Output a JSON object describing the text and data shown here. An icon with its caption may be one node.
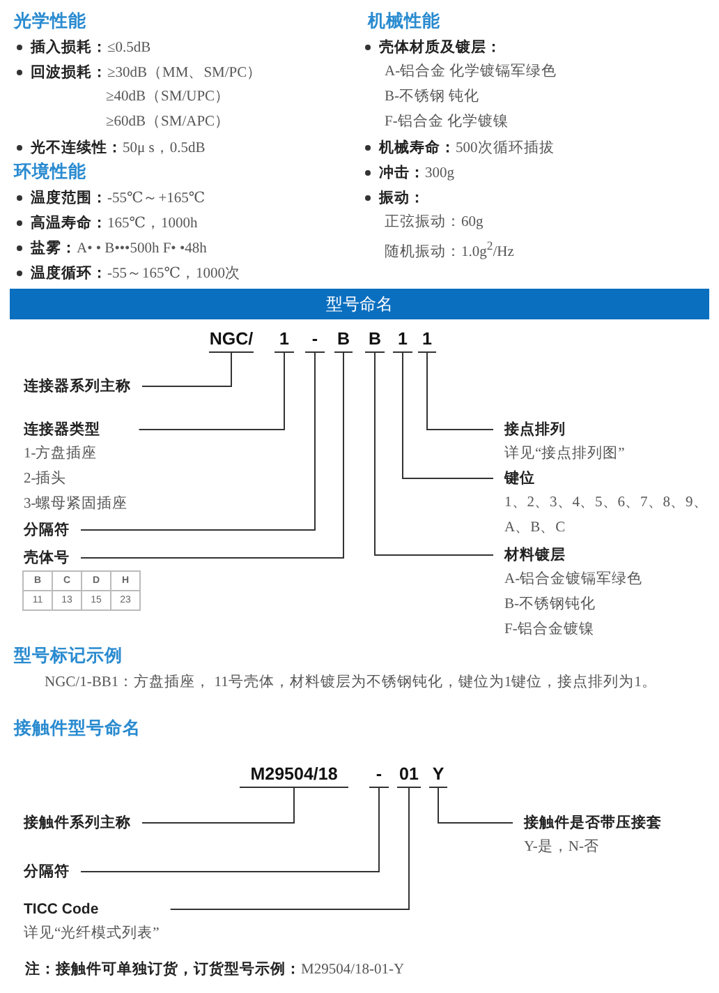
{
  "diagram": {
    "nodes": [
      {
        "text": [
          "型号命名"
        ]
      },
      {
        "text": [
          "NGC/"
        ]
      },
      {
        "text": [
          "1"
        ]
      },
      {
        "text": [
          "-"
        ]
      },
      {
        "text": [
          "B"
        ]
      },
      {
        "text": [
          "B"
        ]
      },
      {
        "text": [
          "1"
        ]
      },
      {
        "text": [
          "1"
        ]
      },
      {
        "text": [
          "连接器系列主称"
        ]
      },
      {
        "text": [
          "连接器类型",
          "1-方盘插座",
          "2-插头",
          "3-螺母紧固插座"
        ]
      },
      {
        "text": [
          "分隔符"
        ]
      },
      {
        "text": [
          "壳体号"
        ]
      },
      {
        "text": [
          "接点排列",
          "详见“接点排列图”"
        ]
      },
      {
        "text": [
          "键位",
          "1、2、3、4、5、6、7、8、9、",
          "A、B、C"
        ]
      },
      {
        "text": [
          "材料镀层",
          "A-铝合金镀镉军绿色",
          "B-不锈钢钝化",
          "F-铝合金镀镍"
        ]
      },
      {
        "text": [
          "M29504/18"
        ]
      },
      {
        "text": [
          "-"
        ]
      },
      {
        "text": [
          "01"
        ]
      },
      {
        "text": [
          "Y"
        ]
      },
      {
        "text": [
          "接触件系列主称"
        ]
      },
      {
        "text": [
          "分隔符"
        ]
      },
      {
        "text": [
          "TICC Code",
          "详见“光纤模式列表”"
        ]
      },
      {
        "text": [
          "接触件是否带压接套",
          "Y-是，N-否"
        ]
      }
    ],
    "edges": [
      {
        "from": 8,
        "to": 1,
        "arrow": "none"
      },
      {
        "from": 9,
        "to": 2,
        "arrow": "none"
      },
      {
        "from": 10,
        "to": 3,
        "arrow": "none"
      },
      {
        "from": 11,
        "to": 4,
        "arrow": "none"
      },
      {
        "from": 14,
        "to": 5,
        "arrow": "none"
      },
      {
        "from": 13,
        "to": 6,
        "arrow": "none"
      },
      {
        "from": 12,
        "to": 7,
        "arrow": "none"
      },
      {
        "from": 19,
        "to": 15,
        "arrow": "none"
      },
      {
        "from": 20,
        "to": 16,
        "arrow": "none"
      },
      {
        "from": 21,
        "to": 17,
        "arrow": "none"
      },
      {
        "from": 22,
        "to": 18,
        "arrow": "none"
      }
    ],
    "labels": [
      "光学性能",
      "**插入损耗：**≤0.5dB",
      "**回波损耗：**≥30dB（MM、SM/PC）",
      "≥40dB（SM/UPC）",
      "≥60dB（SM/APC）",
      "**光不连续性：**50μ s，0.5dB",
      "环境性能",
      "**温度范围：**-55℃～+165℃",
      "**高温寿命：**165℃，1000h",
      "**盐雾：**A• • B•••500h  F• •48h",
      "**温度循环：**-55～165℃，1000次",
      "机械性能",
      "壳体材质及镀层：",
      "A-铝合金 化学镀镉军绿色",
      "B-不锈钢 钝化",
      "F-铝合金 化学镀镍",
      "**机械寿命：**500次循环插拔",
      "**冲击：**300g",
      "振动：",
      "正弦振动：60g",
      "随机振动：1.0g$^{2}$/Hz",
      "B",
      "C",
      "D",
      "H",
      "11",
      "13",
      "15",
      "23",
      "型号标记示例",
      "NGC/1-BB1：方盘插座， 11号壳体，材料镀层为不锈钢钝化，键位为1键位，接点排列为1。",
      "接触件型号命名",
      "**注：接触件可单独订货，订货型号示例：**M29504/18-01-Y"
    ]
  }
}
